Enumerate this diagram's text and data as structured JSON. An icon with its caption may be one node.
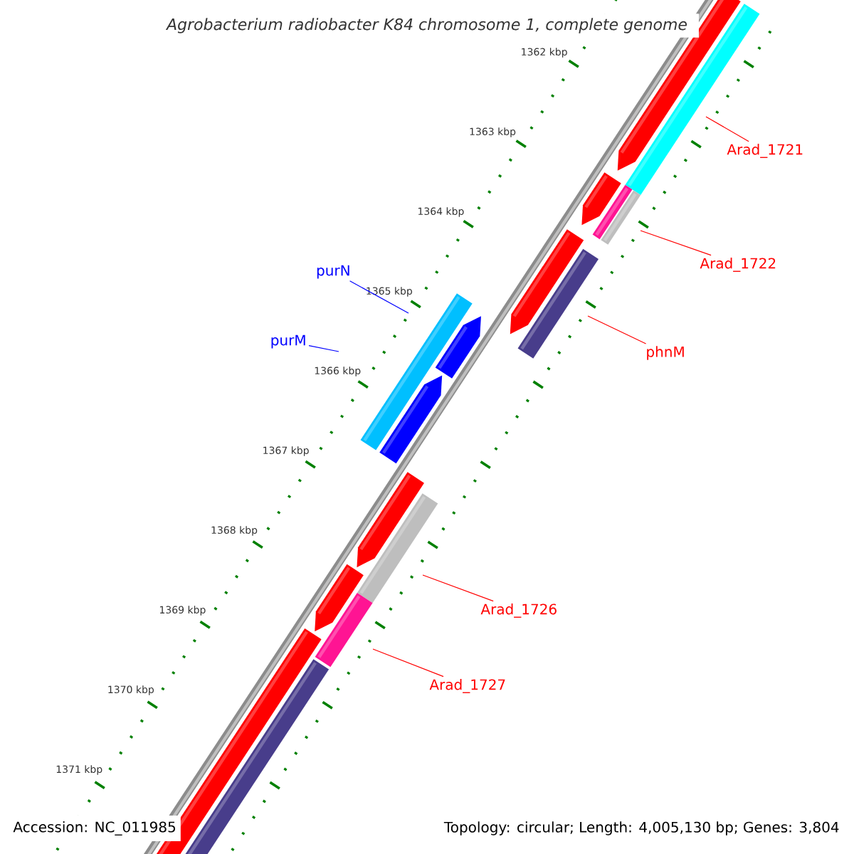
{
  "diagram": {
    "title": "Agrobacterium radiobacter K84 chromosome 1, complete genome",
    "nodes": [
      {
        "text": [
          "Arad_1721"
        ]
      },
      {
        "text": [
          "Arad_1722"
        ]
      },
      {
        "text": [
          "purN"
        ]
      },
      {
        "text": [
          "purM"
        ]
      },
      {
        "text": [
          "phnM"
        ]
      },
      {
        "text": [
          "Arad_1726"
        ]
      },
      {
        "text": [
          "Arad_1727"
        ]
      }
    ],
    "edges": [
      {
        "from": 0,
        "to": null,
        "arrow": "none"
      },
      {
        "from": 1,
        "to": null,
        "arrow": "none"
      },
      {
        "from": 2,
        "to": null,
        "arrow": "none",
        "color": "#0000ff"
      },
      {
        "from": 3,
        "to": null,
        "arrow": "none",
        "color": "#0000ff"
      },
      {
        "from": 4,
        "to": null,
        "arrow": "none"
      },
      {
        "from": 5,
        "to": null,
        "arrow": "none"
      },
      {
        "from": 6,
        "to": null,
        "arrow": "none"
      }
    ],
    "labels": [
      "1362 kbp",
      "1363 kbp",
      "1364 kbp",
      "1365 kbp",
      "1366 kbp",
      "1367 kbp",
      "1368 kbp",
      "1369 kbp",
      "1370 kbp",
      "1371 kbp",
      "Accession: NC_011985",
      "Topology: circular; Length: 4,005,130 bp; Genes: 3,804"
    ]
  }
}
